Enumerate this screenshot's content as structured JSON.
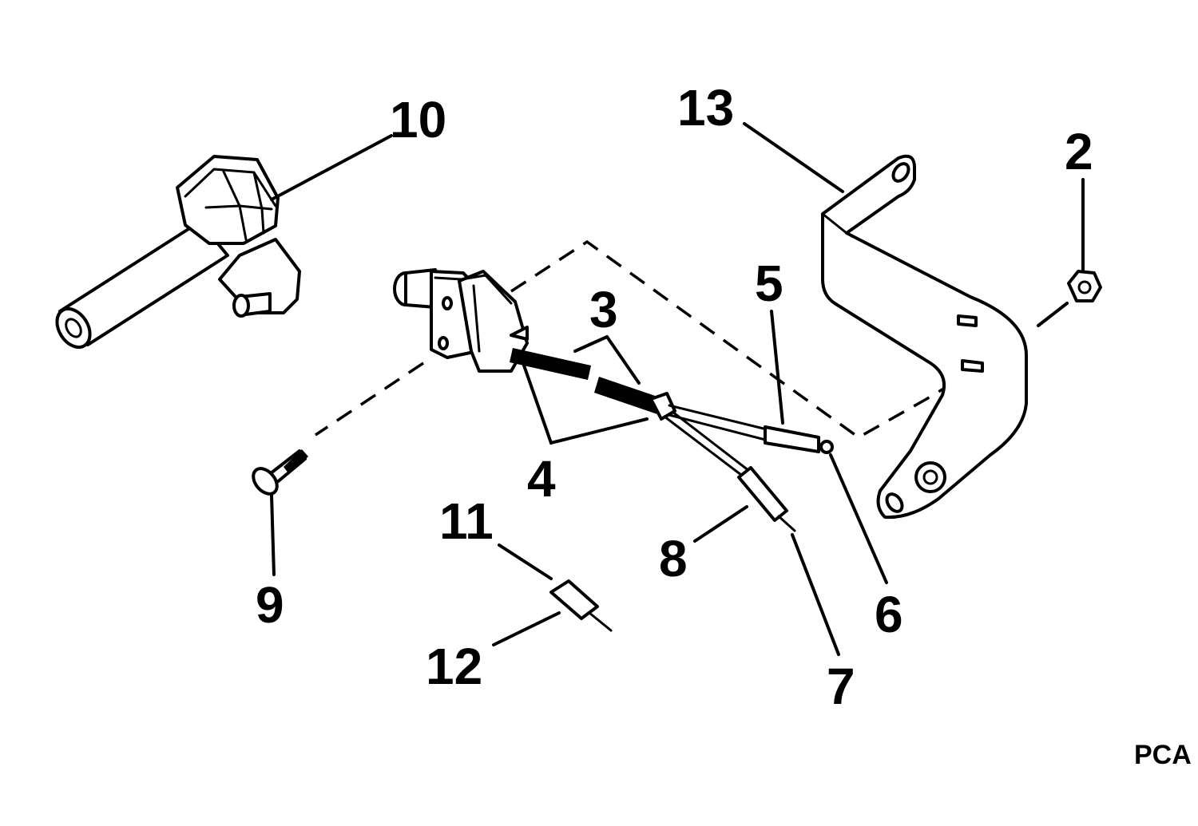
{
  "diagram": {
    "callouts": {
      "c2": "2",
      "c3": "3",
      "c4": "4",
      "c5": "5",
      "c6": "6",
      "c7": "7",
      "c8": "8",
      "c9": "9",
      "c10": "10",
      "c11": "11",
      "c12": "12",
      "c13": "13"
    },
    "code": "PCA"
  }
}
